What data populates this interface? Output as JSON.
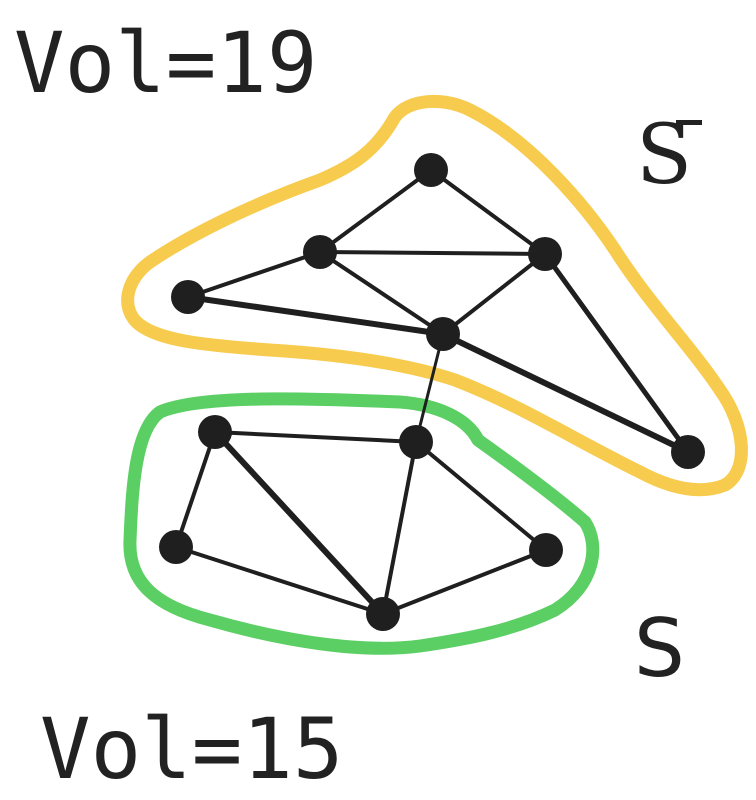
{
  "labels": {
    "vol_top": "Vol=19",
    "vol_bottom": "Vol=15",
    "set_complement": "S",
    "set": "S"
  },
  "colors": {
    "complement_outline": "#f7cb4d",
    "set_outline": "#5bcf63",
    "node": "#1f1f1f",
    "edge": "#1f1f1f"
  },
  "nodes": [
    {
      "id": "n1",
      "group": "complement"
    },
    {
      "id": "n2",
      "group": "complement"
    },
    {
      "id": "n3",
      "group": "complement"
    },
    {
      "id": "n4",
      "group": "complement"
    },
    {
      "id": "n5",
      "group": "complement"
    },
    {
      "id": "n6",
      "group": "complement"
    },
    {
      "id": "n7",
      "group": "set"
    },
    {
      "id": "n8",
      "group": "set"
    },
    {
      "id": "n9",
      "group": "set"
    },
    {
      "id": "n10",
      "group": "set"
    },
    {
      "id": "n11",
      "group": "set"
    }
  ],
  "edges": [
    [
      "n1",
      "n2"
    ],
    [
      "n1",
      "n4"
    ],
    [
      "n2",
      "n4"
    ],
    [
      "n2",
      "n3"
    ],
    [
      "n2",
      "n5"
    ],
    [
      "n3",
      "n5"
    ],
    [
      "n4",
      "n5"
    ],
    [
      "n4",
      "n6"
    ],
    [
      "n5",
      "n6"
    ],
    [
      "n5",
      "n8"
    ],
    [
      "n7",
      "n8"
    ],
    [
      "n7",
      "n9"
    ],
    [
      "n7",
      "n10"
    ],
    [
      "n8",
      "n10"
    ],
    [
      "n8",
      "n11"
    ],
    [
      "n9",
      "n10"
    ],
    [
      "n10",
      "n11"
    ]
  ]
}
